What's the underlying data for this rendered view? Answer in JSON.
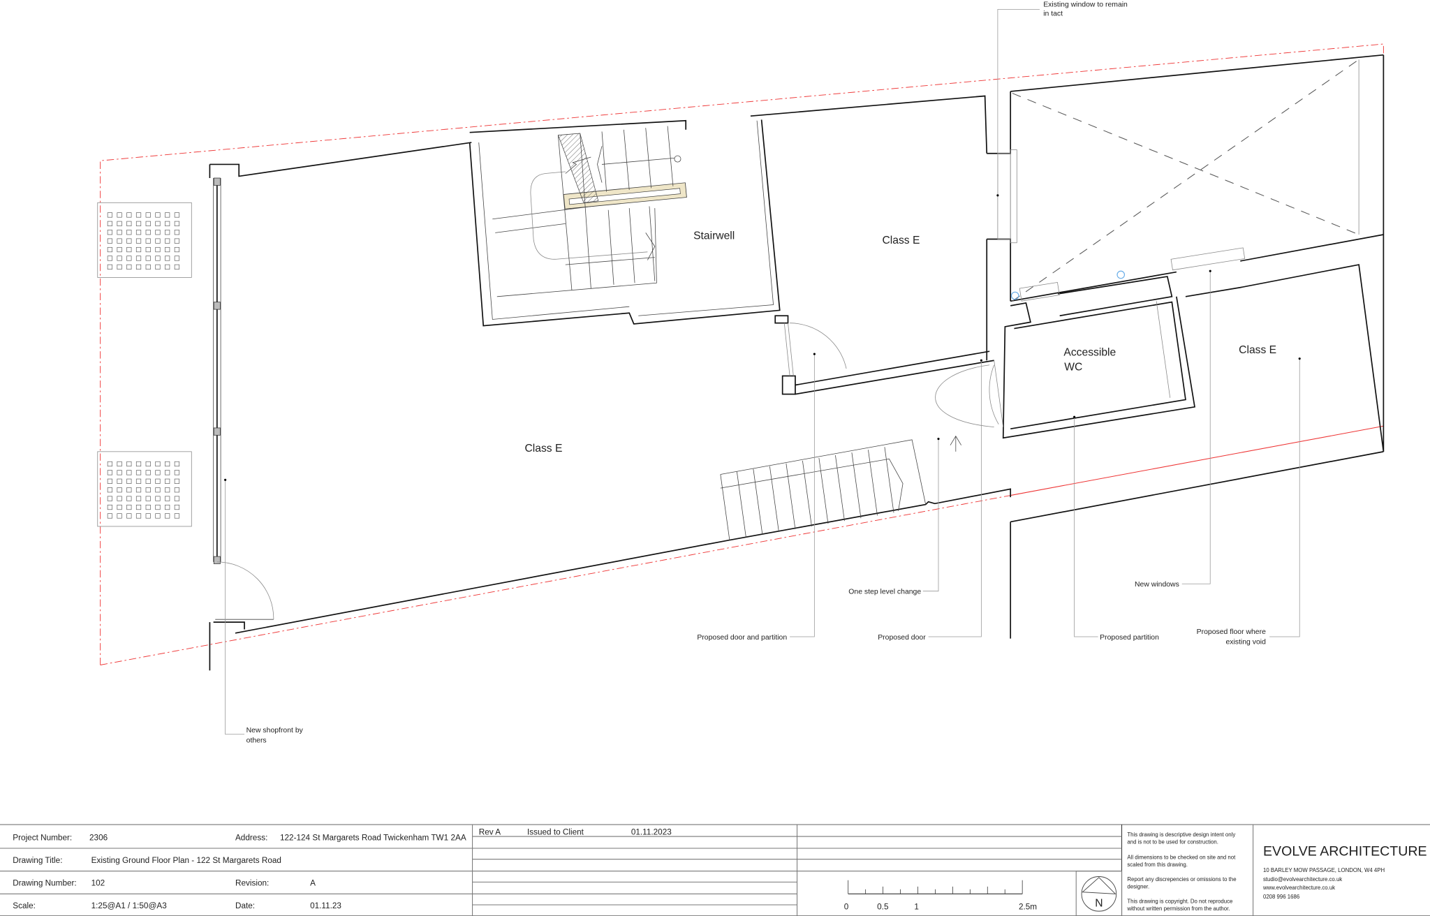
{
  "plan": {
    "rooms": [
      "Class E",
      "Stairwell",
      "Class E",
      "Accessible",
      "WC",
      "Class E"
    ],
    "annotations": {
      "existing_window_1": "Existing window to remain",
      "existing_window_2": "in tact",
      "new_shopfront_1": "New shopfront by",
      "new_shopfront_2": "others",
      "proposed_door_partition": "Proposed door and partition",
      "one_step": "One step level change",
      "proposed_door": "Proposed door",
      "proposed_partition": "Proposed partition",
      "new_windows": "New windows",
      "proposed_floor_1": "Proposed floor where",
      "proposed_floor_2": "existing void"
    },
    "colors": {
      "boundary": "#e33333",
      "stair_core": "#efe6c8",
      "markers": "#6aaee8"
    }
  },
  "title_block": {
    "project_number_label": "Project Number:",
    "project_number": "2306",
    "address_label": "Address:",
    "address": "122-124 St Margarets Road Twickenham TW1 2AA",
    "drawing_title_label": "Drawing Title:",
    "drawing_title": "Existing Ground Floor Plan - 122 St Margarets Road",
    "drawing_number_label": "Drawing Number:",
    "drawing_number": "102",
    "revision_label": "Revision:",
    "revision": "A",
    "scale_label": "Scale:",
    "scale": "1:25@A1 / 1:50@A3",
    "date_label": "Date:",
    "date": "01.11.23",
    "revisions": [
      {
        "rev": "Rev A",
        "desc": "Issued to Client",
        "date": "01.11.2023"
      }
    ],
    "scale_bar": [
      "0",
      "0.5",
      "1",
      "2.5m"
    ],
    "north": "N",
    "notes": [
      [
        "This drawing is descriptive design intent only",
        "and is not to be used for construction."
      ],
      [
        "All dimensions to be checked on site and not",
        "scaled from this drawing."
      ],
      [
        "Report any discrepencies or omissions to the",
        "designer."
      ],
      [
        "This drawing is copyright. Do not reproduce",
        "without written permission from the author."
      ]
    ],
    "company": {
      "name": "EVOLVE ARCHITECTURE",
      "address": "10 BARLEY MOW PASSAGE, LONDON, W4 4PH",
      "email": "studio@evolvearchitecture.co.uk",
      "web": "www.evolvearchitecture.co.uk",
      "phone": "0208 996 1686"
    }
  }
}
